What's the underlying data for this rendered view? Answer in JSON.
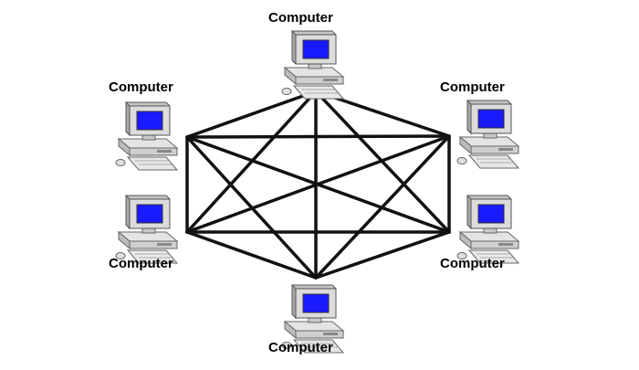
{
  "diagram": {
    "type": "fully connected mesh network",
    "node_label": "Computer",
    "nodes": [
      {
        "id": "top",
        "label": "Computer"
      },
      {
        "id": "top-left",
        "label": "Computer"
      },
      {
        "id": "top-right",
        "label": "Computer"
      },
      {
        "id": "bottom-left",
        "label": "Computer"
      },
      {
        "id": "bottom-right",
        "label": "Computer"
      },
      {
        "id": "bottom",
        "label": "Computer"
      }
    ],
    "colors": {
      "screen": "#1a1aff",
      "monitor": "#d9d9d9",
      "link": "#111111"
    }
  }
}
